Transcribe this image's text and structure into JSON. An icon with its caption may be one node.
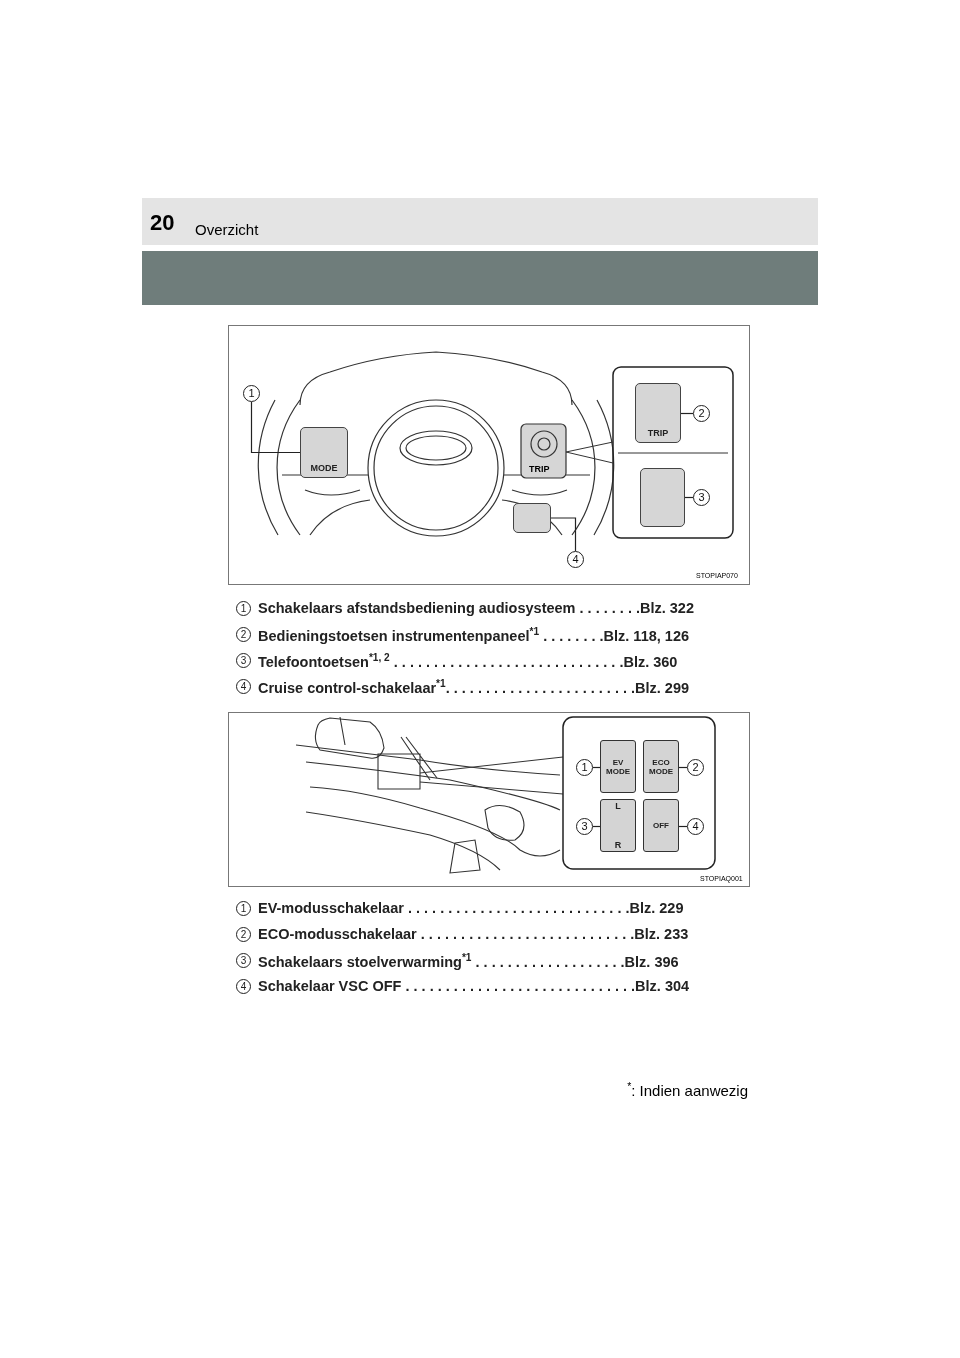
{
  "diagram": {
    "title": "Overzicht",
    "nodes": [
      {
        "text": [
          "1"
        ]
      },
      {
        "text": [
          "MODE"
        ]
      },
      {
        "text": [
          "2"
        ]
      },
      {
        "text": [
          "TRIP"
        ]
      },
      {
        "text": [
          "3"
        ]
      },
      {
        "text": [],
        "shape": "box"
      },
      {
        "text": [
          "4"
        ]
      },
      {
        "text": [],
        "shape": "box"
      },
      {
        "text": [
          "1"
        ]
      },
      {
        "text": [
          "EV MODE"
        ]
      },
      {
        "text": [
          "2"
        ]
      },
      {
        "text": [
          "ECO MODE"
        ]
      },
      {
        "text": [
          "3"
        ]
      },
      {
        "text": [
          "L",
          "R"
        ]
      },
      {
        "text": [
          "4"
        ]
      },
      {
        "text": [
          "OFF"
        ]
      }
    ],
    "edges": [
      {
        "from": 0,
        "to": 1,
        "arrow": "none"
      },
      {
        "from": 2,
        "to": 3,
        "arrow": "none"
      },
      {
        "from": 4,
        "to": 5,
        "arrow": "none"
      },
      {
        "from": 6,
        "to": 7,
        "arrow": "none"
      },
      {
        "from": 8,
        "to": 9,
        "arrow": "none"
      },
      {
        "from": 10,
        "to": 11,
        "arrow": "none"
      },
      {
        "from": 12,
        "to": 13,
        "arrow": "none"
      },
      {
        "from": 14,
        "to": 15,
        "arrow": "none"
      }
    ],
    "labels": [
      "20",
      "TRIP",
      "STOPIAP070",
      "1",
      "Schakelaars afstandsbediening audiosysteem . . . . . . . .Blz. 322",
      "2",
      "Bedieningstoetsen instrumentenpaneel$^{*1}$ . . . . . . . .Blz. 118, 126",
      "3",
      "Telefoontoetsen$^{*1, 2}$ . . . . . . . . . . . . . . . . . . . . . . . . . . . . .Blz. 360",
      "4",
      "Cruise control-schakelaar$^{*1}$. . . . . . . . . . . . . . . . . . . . . . . .Blz. 299",
      "STOPIAQ001",
      "1",
      "EV-modusschakelaar . . . . . . . . . . . . . . . . . . . . . . . . . . . .Blz. 229",
      "2",
      "ECO-modusschakelaar . . . . . . . . . . . . . . . . . . . . . . . . . . .Blz. 233",
      "3",
      "Schakelaars stoelverwarming$^{*1}$ . . . . . . . . . . . . . . . . . . .Blz. 396",
      "4",
      "Schakelaar VSC OFF . . . . . . . . . . . . . . . . . . . . . . . . . . . . .Blz. 304",
      "$^{*}$: Indien aanwezig"
    ]
  }
}
